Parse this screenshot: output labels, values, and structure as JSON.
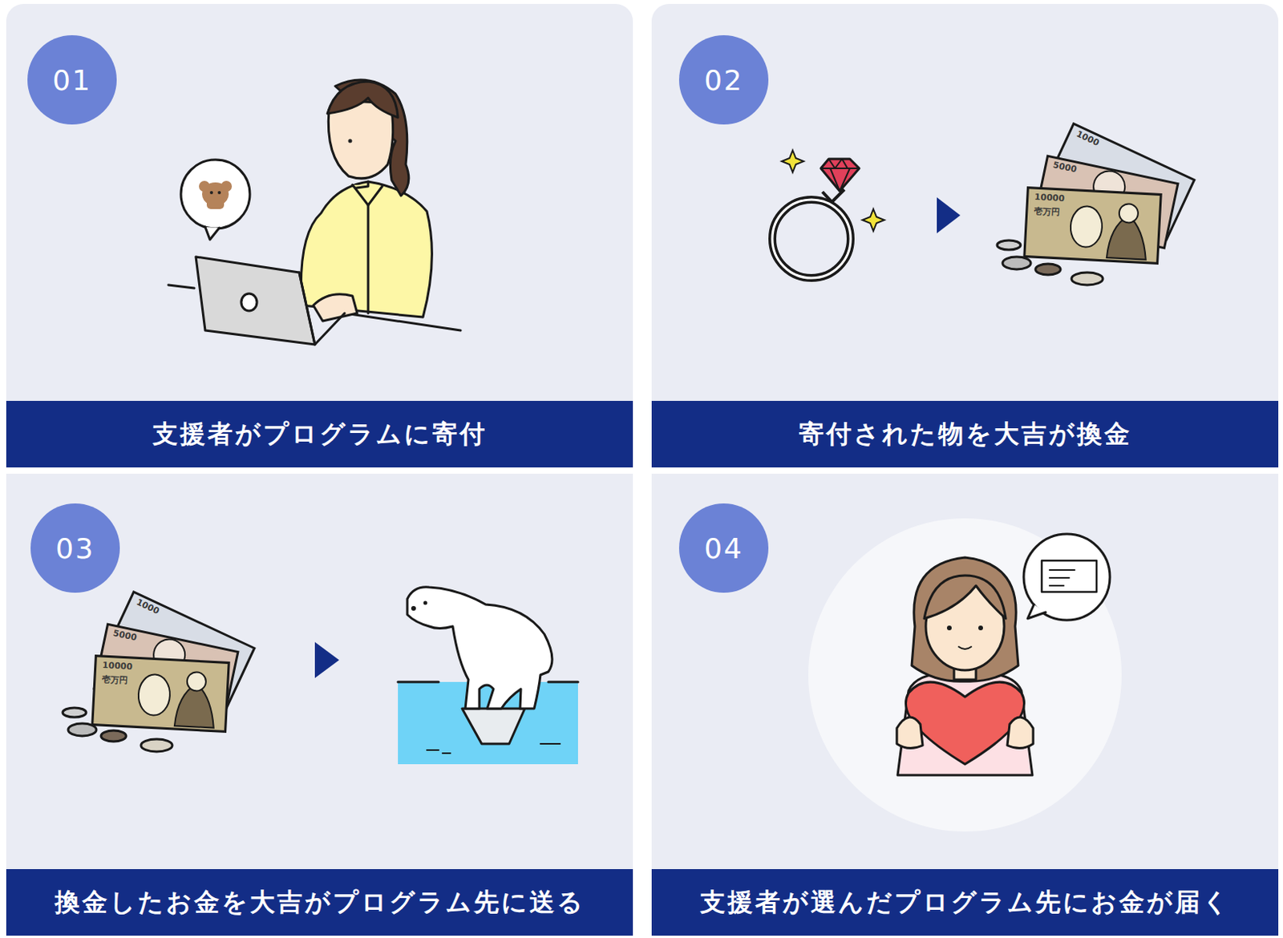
{
  "diagram": {
    "nodes": [
      {
        "text": [
          "01"
        ]
      },
      {
        "text": [
          "支援者がプログラムに寄付"
        ]
      },
      {
        "text": [
          "02"
        ]
      },
      {
        "text": [
          "寄付された物を大吉が換金"
        ]
      },
      {
        "text": [
          "03"
        ]
      },
      {
        "text": [
          "換金したお金を大吉がプログラム先に送る"
        ]
      },
      {
        "text": [
          "04"
        ]
      },
      {
        "text": [
          "支援者が選んだプログラム先にお金が届く"
        ]
      }
    ],
    "labels": [
      "1000",
      "5000",
      "10000",
      "壱万円",
      "1000",
      "5000",
      "10000",
      "壱万円"
    ]
  }
}
